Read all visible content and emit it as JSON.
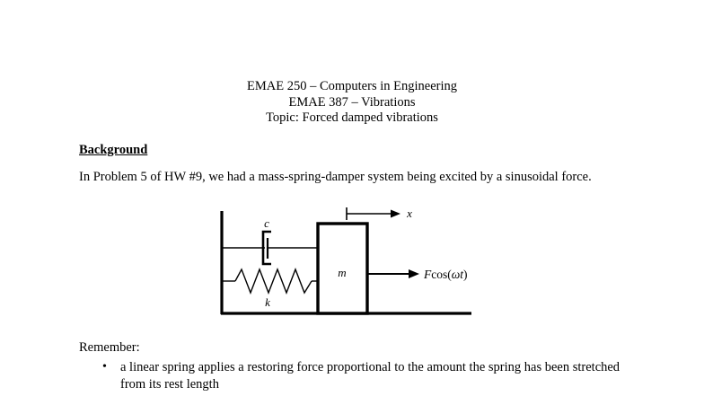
{
  "document": {
    "background_color": "#ffffff",
    "text_color": "#000000",
    "title": {
      "line1": "EMAE 250 – Computers in Engineering",
      "line2": "EMAE 387 – Vibrations",
      "line3": "Topic: Forced damped vibrations"
    },
    "section": {
      "heading": "Background",
      "paragraph": "In Problem 5 of HW #9, we had a mass-spring-damper system being excited by a sinusoidal force."
    },
    "figure": {
      "name": "mass-spring-damper-diagram",
      "labels": {
        "damper": "c",
        "spring": "k",
        "mass": "m",
        "displacement": "x",
        "force_italic_F": "F",
        "force_cos": "cos(",
        "force_omega_t": "ωt",
        "force_close": ")"
      },
      "line_color": "#000000"
    },
    "remember": {
      "label": "Remember:",
      "bullets": [
        {
          "marker": "•",
          "text": "a linear spring applies a restoring force proportional to the amount the spring has been stretched from its rest length"
        }
      ]
    }
  }
}
